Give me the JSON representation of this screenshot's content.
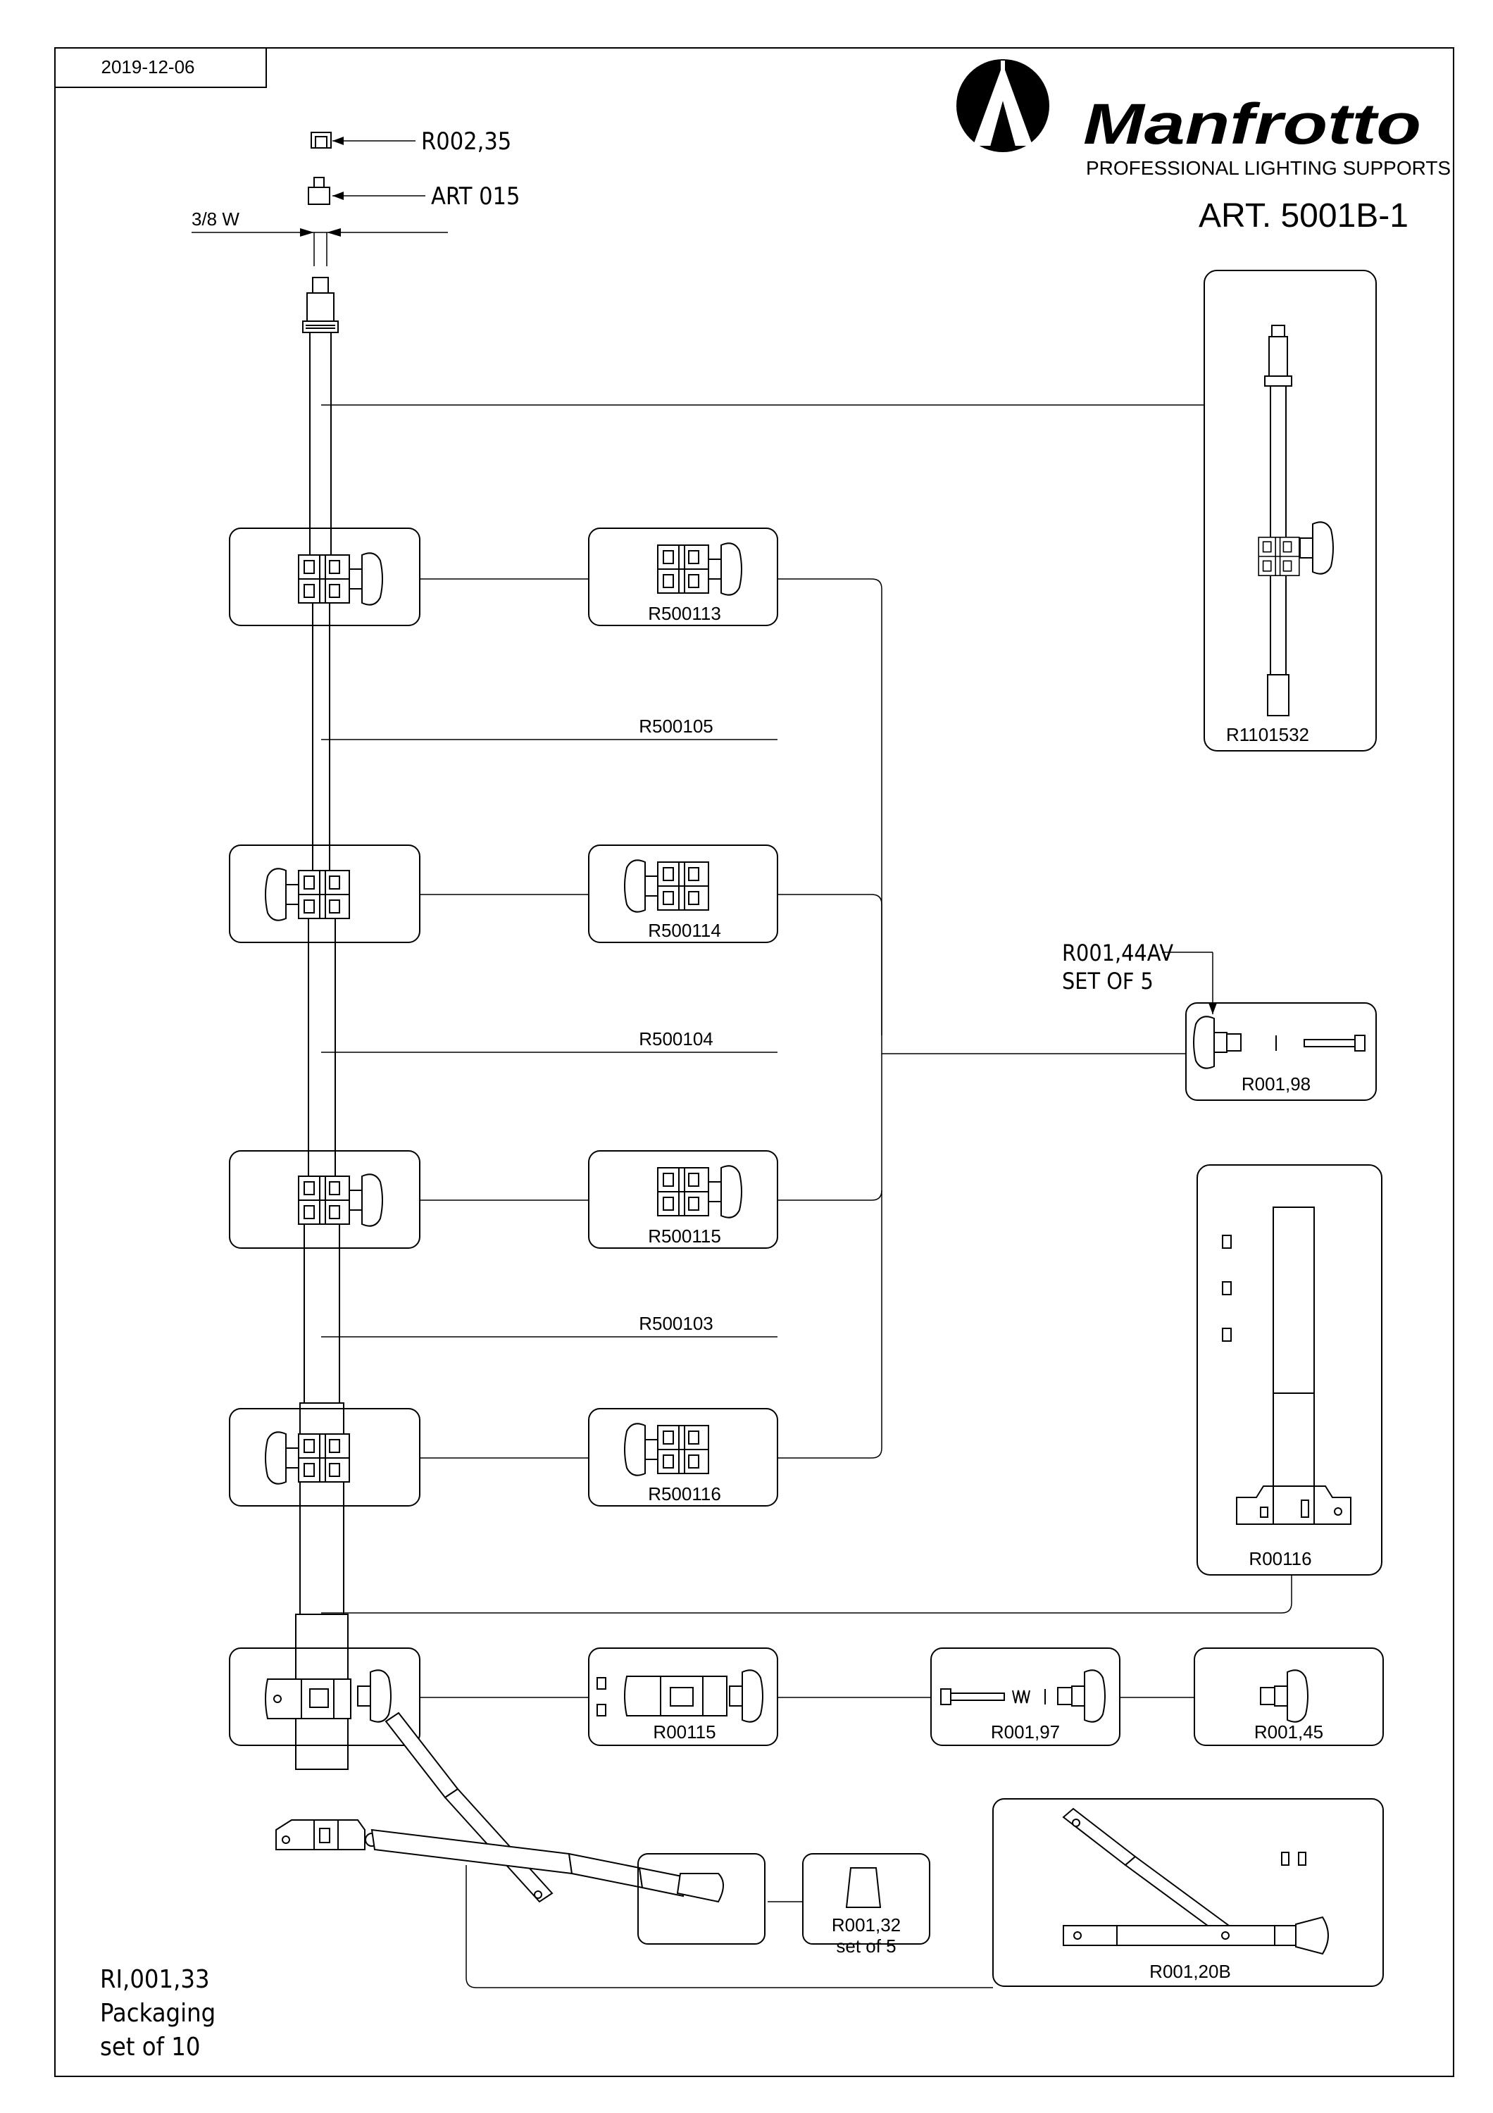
{
  "header": {
    "date": "2019-12-06",
    "brand": "Manfrotto",
    "brand_tagline": "PROFESSIONAL LIGHTING SUPPORTS",
    "article": "ART. 5001B-1"
  },
  "top_callouts": {
    "cap": "R002,35",
    "adapter": "ART 015",
    "thread": "3/8 W"
  },
  "parts": {
    "r1101532": "R1101532",
    "r500113": "R500113",
    "r500105": "R500105",
    "r500114": "R500114",
    "r500104": "R500104",
    "r500115": "R500115",
    "r500103": "R500103",
    "r500116": "R500116",
    "r00116": "R00116",
    "r00115": "R00115",
    "r001_97": "R001,97",
    "r001_45": "R001,45",
    "r001_98": "R001,98",
    "r001_44av": "R001,44AV",
    "r001_44av_note": "SET OF 5",
    "r001_32": "R001,32",
    "r001_32_note": "set of 5",
    "r001_20b": "R001,20B"
  },
  "footer": {
    "packaging_code": "RI,001,33",
    "packaging_label": "Packaging",
    "packaging_qty": "set of 10"
  }
}
